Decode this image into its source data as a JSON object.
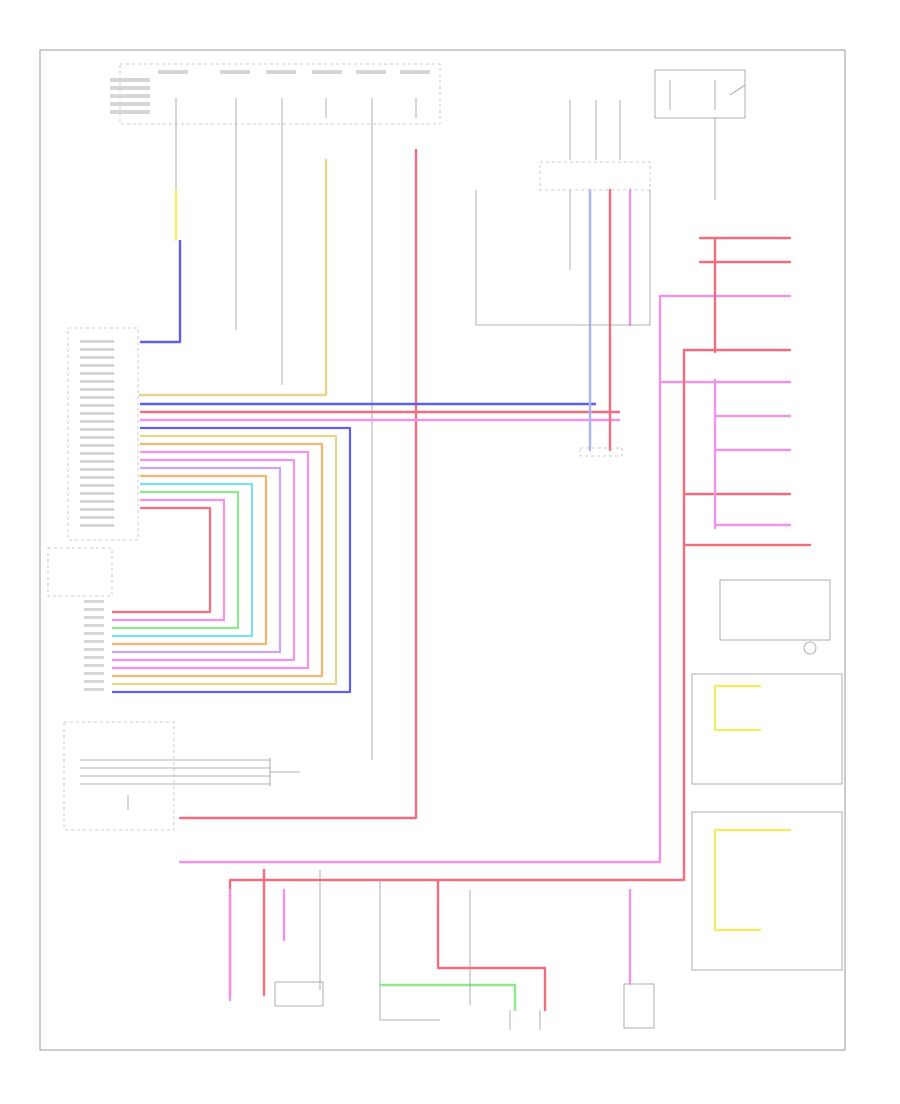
{
  "diagram": {
    "page_label": "",
    "corner_label": "",
    "colors": {
      "frame": "#999999",
      "red": "#f26d7d",
      "pink": "#f095e6",
      "blue": "#5e5ef0",
      "light_blue": "#a8b4f5",
      "yellow": "#eeee6e",
      "green": "#8fe88f",
      "cyan": "#7ee0ee",
      "orange": "#f5b46c",
      "tan": "#e6d58c",
      "lilac": "#c9a8f0",
      "gray": "#9a9a9a"
    },
    "wire_colors_by_name": [
      "red",
      "pink",
      "blue",
      "light_blue",
      "yellow",
      "green",
      "cyan",
      "orange",
      "tan",
      "lilac"
    ]
  }
}
